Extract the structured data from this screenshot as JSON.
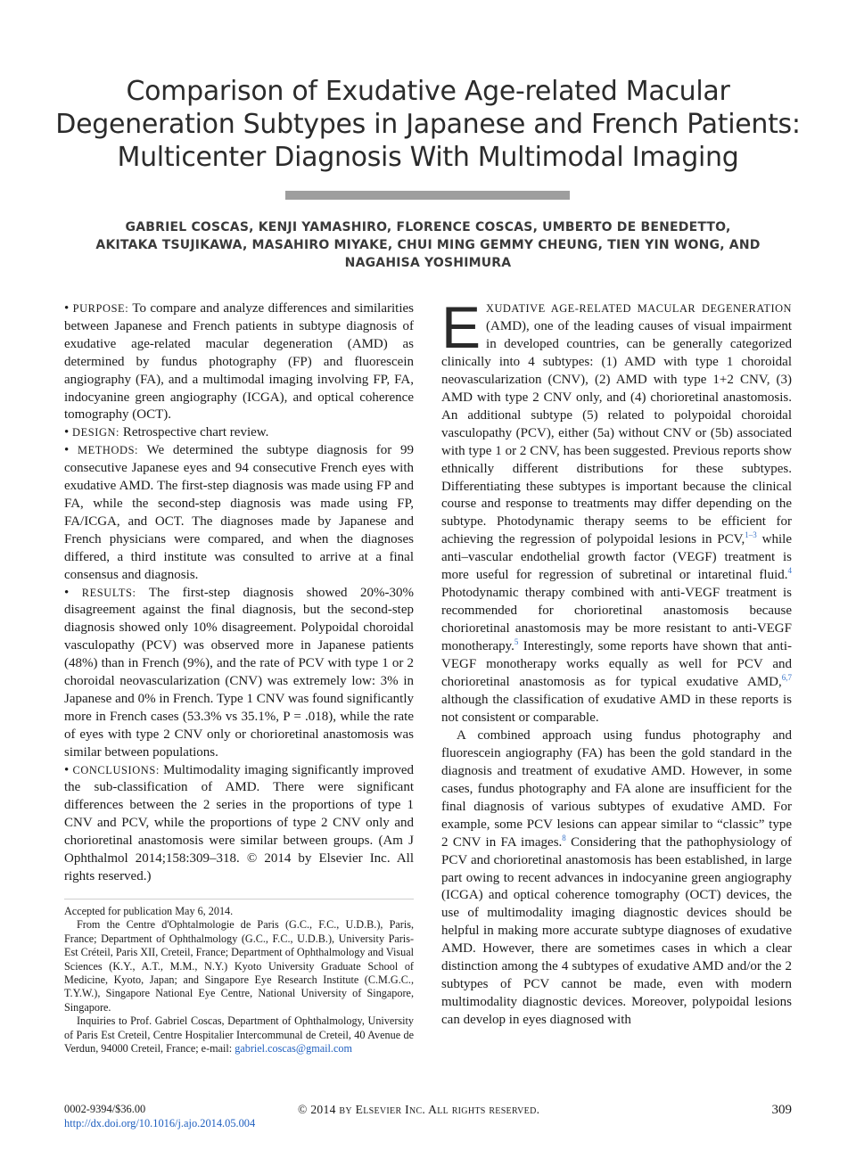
{
  "article": {
    "title_line1": "Comparison of Exudative Age-related Macular",
    "title_line2": "Degeneration Subtypes in Japanese and French Patients:",
    "title_line3": "Multicenter Diagnosis With Multimodal Imaging",
    "authors_line1": "GABRIEL COSCAS, KENJI YAMASHIRO, FLORENCE COSCAS, UMBERTO DE BENEDETTO,",
    "authors_line2": "AKITAKA TSUJIKAWA, MASAHIRO MIYAKE, CHUI MING GEMMY CHEUNG, TIEN YIN WONG, AND",
    "authors_line3": "NAGAHISA YOSHIMURA"
  },
  "abstract": {
    "purpose_label": "PURPOSE:",
    "purpose_text": "To compare and analyze differences and similarities between Japanese and French patients in subtype diagnosis of exudative age-related macular degeneration (AMD) as determined by fundus photography (FP) and fluorescein angiography (FA), and a multimodal imaging involving FP, FA, indocyanine green angiography (ICGA), and optical coherence tomography (OCT).",
    "design_label": "DESIGN:",
    "design_text": "Retrospective chart review.",
    "methods_label": "METHODS:",
    "methods_text": "We determined the subtype diagnosis for 99 consecutive Japanese eyes and 94 consecutive French eyes with exudative AMD. The first-step diagnosis was made using FP and FA, while the second-step diagnosis was made using FP, FA/ICGA, and OCT. The diagnoses made by Japanese and French physicians were compared, and when the diagnoses differed, a third institute was consulted to arrive at a final consensus and diagnosis.",
    "results_label": "RESULTS:",
    "results_text": "The first-step diagnosis showed 20%-30% disagreement against the final diagnosis, but the second-step diagnosis showed only 10% disagreement. Polypoidal choroidal vasculopathy (PCV) was observed more in Japanese patients (48%) than in French (9%), and the rate of PCV with type 1 or 2 choroidal neovascularization (CNV) was extremely low: 3% in Japanese and 0% in French. Type 1 CNV was found significantly more in French cases (53.3% vs 35.1%, P = .018), while the rate of eyes with type 2 CNV only or chorioretinal anastomosis was similar between populations.",
    "conclusions_label": "CONCLUSIONS:",
    "conclusions_text": "Multimodality imaging significantly improved the sub-classification of AMD. There were significant differences between the 2 series in the proportions of type 1 CNV and PCV, while the proportions of type 2 CNV only and chorioretinal anastomosis were similar between groups.",
    "citation": "(Am J Ophthalmol 2014;158:309–318. © 2014 by Elsevier Inc. All rights reserved.)"
  },
  "footnotes": {
    "accepted": "Accepted for publication May 6, 2014.",
    "affiliations": "From the Centre d'Ophtalmologie de Paris (G.C., F.C., U.D.B.), Paris, France; Department of Ophthalmology (G.C., F.C., U.D.B.), University Paris-Est Créteil, Paris XII, Creteil, France; Department of Ophthalmology and Visual Sciences (K.Y., A.T., M.M., N.Y.) Kyoto University Graduate School of Medicine, Kyoto, Japan; and Singapore Eye Research Institute (C.M.G.C., T.Y.W.), Singapore National Eye Centre, National University of Singapore, Singapore.",
    "inquiries": "Inquiries to Prof. Gabriel Coscas, Department of Ophthalmology, University of Paris Est Creteil, Centre Hospitalier Intercommunal de Creteil, 40 Avenue de Verdun, 94000 Creteil, France; e-mail:",
    "email": "gabriel.coscas@gmail.com"
  },
  "body": {
    "dropcap": "E",
    "p1_lead": "XUDATIVE AGE-RELATED MACULAR DEGENERATION",
    "p1_a": "(AMD), one of the leading causes of visual impairment in developed countries, can be generally categorized clinically into 4 subtypes: (1) AMD with type 1 choroidal neovascularization (CNV), (2) AMD with type 1+2 CNV, (3) AMD with type 2 CNV only, and (4) chorioretinal anastomosis. An additional subtype (5) related to polypoidal choroidal vasculopathy (PCV), either (5a) without CNV or (5b) associated with type 1 or 2 CNV, has been suggested. Previous reports show ethnically different distributions for these subtypes. Differentiating these subtypes is important because the clinical course and response to treatments may differ depending on the subtype. Photodynamic therapy seems to be efficient for achieving the regression of polypoidal lesions in PCV,",
    "ref_1_3": "1–3",
    "p1_b": "while anti–vascular endothelial growth factor (VEGF) treatment is more useful for regression of subretinal or intaretinal fluid.",
    "ref_4": "4",
    "p1_c": "Photodynamic therapy combined with anti-VEGF treatment is recommended for chorioretinal anastomosis because chorioretinal anastomosis may be more resistant to anti-VEGF monotherapy.",
    "ref_5": "5",
    "p1_d": "Interestingly, some reports have shown that anti-VEGF monotherapy works equally as well for PCV and chorioretinal anastomosis as for typical exudative AMD,",
    "ref_6_7": "6,7",
    "p1_e": "although the classification of exudative AMD in these reports is not consistent or comparable.",
    "p2_a": "A combined approach using fundus photography and fluorescein angiography (FA) has been the gold standard in the diagnosis and treatment of exudative AMD. However, in some cases, fundus photography and FA alone are insufficient for the final diagnosis of various subtypes of exudative AMD. For example, some PCV lesions can appear similar to “classic” type 2 CNV in FA images.",
    "ref_8": "8",
    "p2_b": "Considering that the pathophysiology of PCV and chorioretinal anastomosis has been established, in large part owing to recent advances in indocyanine green angiography (ICGA) and optical coherence tomography (OCT) devices, the use of multimodality imaging diagnostic devices should be helpful in making more accurate subtype diagnoses of exudative AMD. However, there are sometimes cases in which a clear distinction among the 4 subtypes of exudative AMD and/or the 2 subtypes of PCV cannot be made, even with modern multimodality diagnostic devices. Moreover, polypoidal lesions can develop in eyes diagnosed with"
  },
  "footer": {
    "issn": "0002-9394/$36.00",
    "doi": "http://dx.doi.org/10.1016/j.ajo.2014.05.004",
    "copyright": "© 2014 by Elsevier Inc. All rights reserved.",
    "page_number": "309"
  }
}
